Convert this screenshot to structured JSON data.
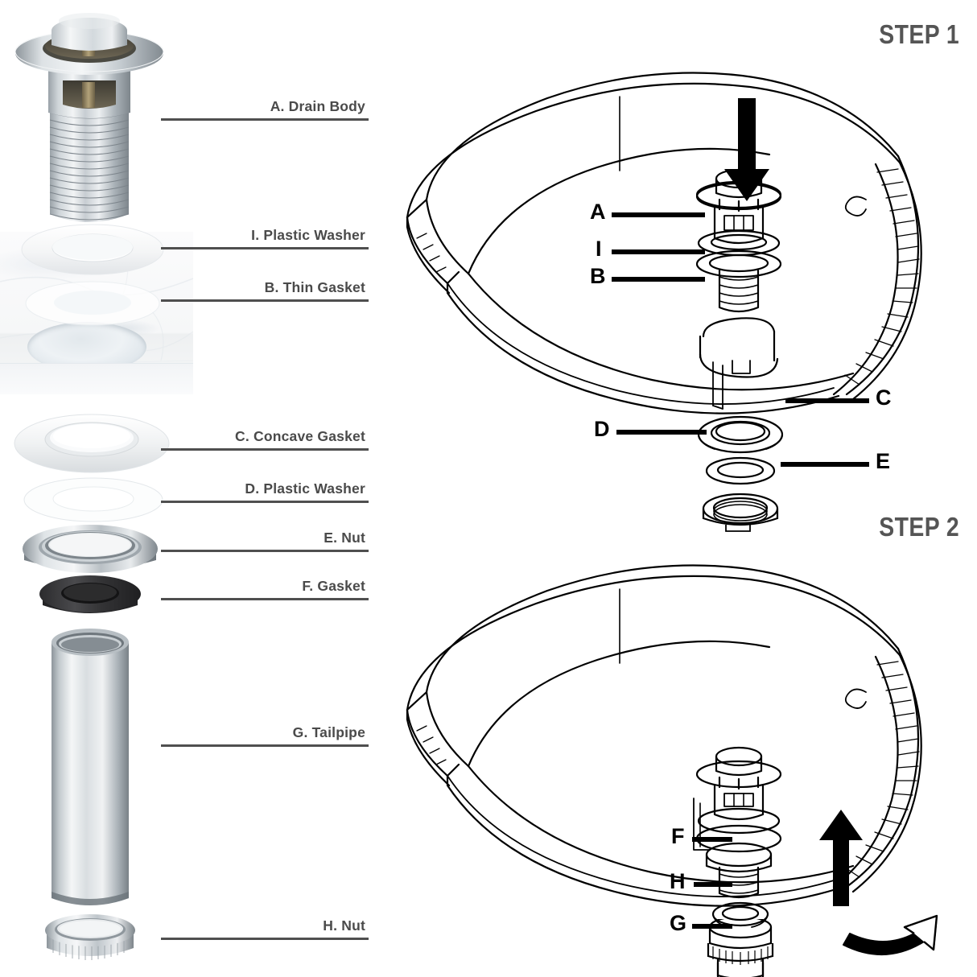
{
  "parts_legend": [
    {
      "id": "A",
      "label": "A. Drain Body",
      "icon": "drain-body"
    },
    {
      "id": "I",
      "label": "I. Plastic Washer",
      "icon": "plastic-washer"
    },
    {
      "id": "B",
      "label": "B. Thin Gasket",
      "icon": "thin-gasket"
    },
    {
      "id": "C",
      "label": "C. Concave Gasket",
      "icon": "concave-gasket"
    },
    {
      "id": "D",
      "label": "D. Plastic Washer",
      "icon": "plastic-washer"
    },
    {
      "id": "E",
      "label": "E. Nut",
      "icon": "hex-nut"
    },
    {
      "id": "F",
      "label": "F. Gasket",
      "icon": "rubber-gasket"
    },
    {
      "id": "G",
      "label": "G. Tailpipe",
      "icon": "tailpipe"
    },
    {
      "id": "H",
      "label": "H. Nut",
      "icon": "knurled-nut"
    }
  ],
  "steps": [
    {
      "title": "STEP 1",
      "callouts": [
        {
          "id": "A",
          "side": "left"
        },
        {
          "id": "I",
          "side": "left"
        },
        {
          "id": "B",
          "side": "left"
        },
        {
          "id": "C",
          "side": "right"
        },
        {
          "id": "D",
          "side": "left"
        },
        {
          "id": "E",
          "side": "right"
        }
      ],
      "arrows": [
        {
          "type": "down-arrow"
        }
      ]
    },
    {
      "title": "STEP 2",
      "callouts": [
        {
          "id": "F",
          "side": "left"
        },
        {
          "id": "H",
          "side": "left"
        },
        {
          "id": "G",
          "side": "left"
        }
      ],
      "arrows": [
        {
          "type": "up-arrow"
        },
        {
          "type": "rotate-arrow"
        }
      ]
    }
  ],
  "colors": {
    "label_text": "#4a4a4a",
    "label_rule": "#4f4f4f",
    "step_title": "#555555",
    "callout": "#000000",
    "line_art": "#000000",
    "background": "#ffffff"
  }
}
